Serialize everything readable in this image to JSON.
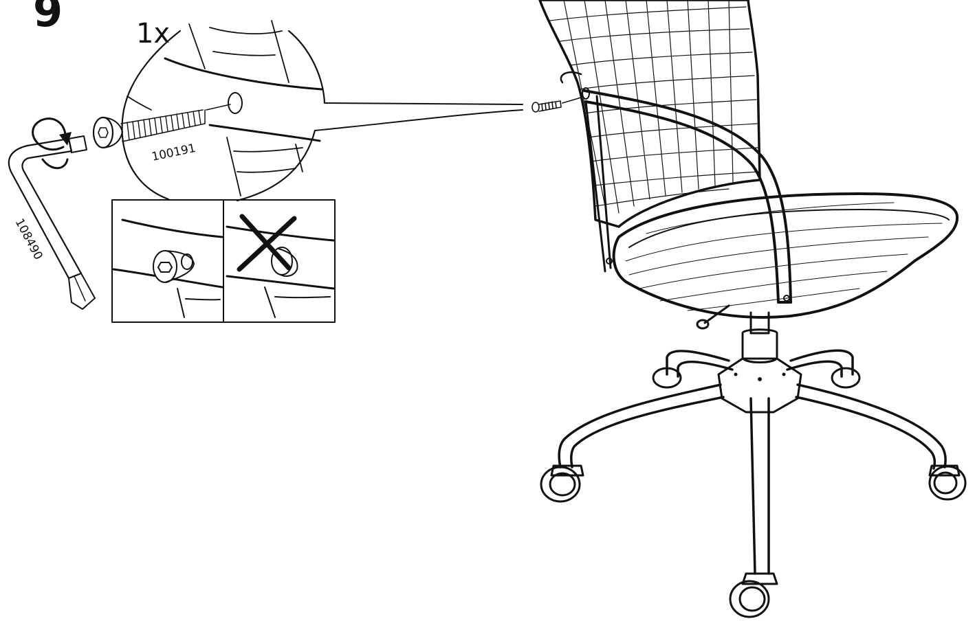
{
  "step": {
    "number": "9"
  },
  "quantity": {
    "label": "1x"
  },
  "parts": {
    "screw_id": "100191",
    "hex_key_id": "108490"
  },
  "colors": {
    "ink": "#111111",
    "paper": "#ffffff"
  }
}
